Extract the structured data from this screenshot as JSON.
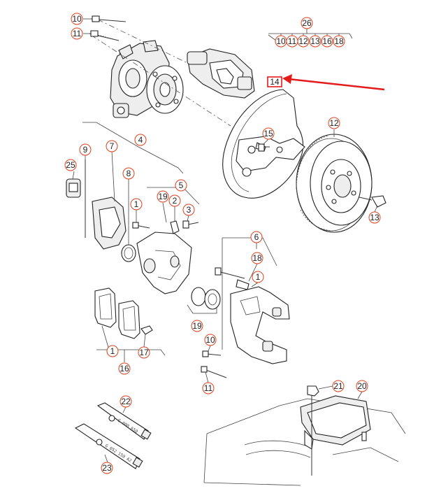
{
  "diagram": {
    "group_header": {
      "number": "26",
      "members": [
        "10",
        "11",
        "12",
        "13",
        "16",
        "18"
      ]
    },
    "highlight": {
      "label": "14",
      "color": "#e31b1b"
    },
    "callouts": {
      "c10_top": "10",
      "c11_top": "11",
      "c12": "12",
      "c13": "13",
      "c15": "15",
      "c25": "25",
      "c9": "9",
      "c7": "7",
      "c4": "4",
      "c8": "8",
      "c5": "5",
      "c19a": "19",
      "c2": "2",
      "c3": "3",
      "c1a": "1",
      "c6": "6",
      "c18b": "18",
      "c1b": "1",
      "c19b": "19",
      "c1c": "1",
      "c16": "16",
      "c17": "17",
      "c10_mid": "10",
      "c11_mid": "11",
      "c22": "22",
      "c23": "23",
      "c21": "21",
      "c20": "20"
    },
    "tube_labels": {
      "tube22": "G 000 650",
      "tube23": "G 052 150 A2"
    },
    "colors": {
      "callout_ring": "#e0401c",
      "arrow": "#e31b1b",
      "line": "#222222"
    }
  }
}
